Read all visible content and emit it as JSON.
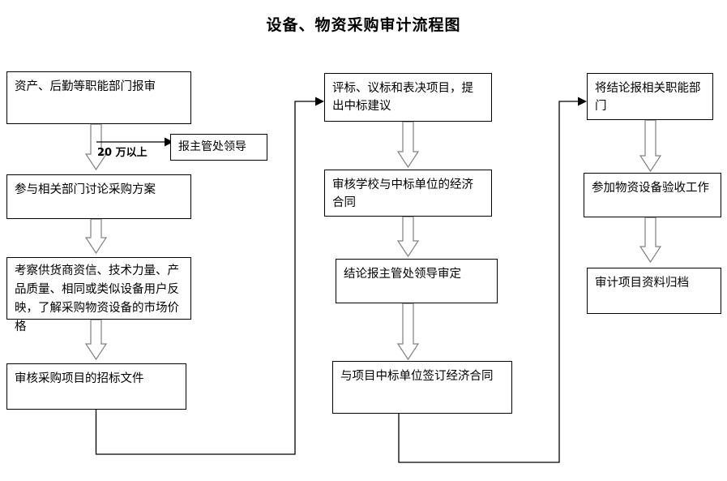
{
  "title": "设备、物资采购审计流程图",
  "nodes": {
    "l1": "资产、后勤等职能部门报审",
    "l1b": "报主管处领导",
    "l2": "参与相关部门讨论采购方案",
    "l3": "考察供货商资信、技术力量、产品质量、相同或类似设备用户反映，了解采购物资设备的市场价格",
    "l4": "审核采购项目的招标文件",
    "m1": "评标、议标和表决项目，提出中标建议",
    "m2": "审核学校与中标单位的经济合同",
    "m3": "结论报主管处领导审定",
    "m4": "与项目中标单位签订经济合同",
    "r1": "将结论报相关职能部门",
    "r2": "参加物资设备验收工作",
    "r3": "审计项目资料归档"
  },
  "edges": {
    "threshold_label": "20 万以上"
  },
  "colors": {
    "ink": "#000000",
    "arrow_stroke": "#808080",
    "canvas": "#ffffff"
  }
}
